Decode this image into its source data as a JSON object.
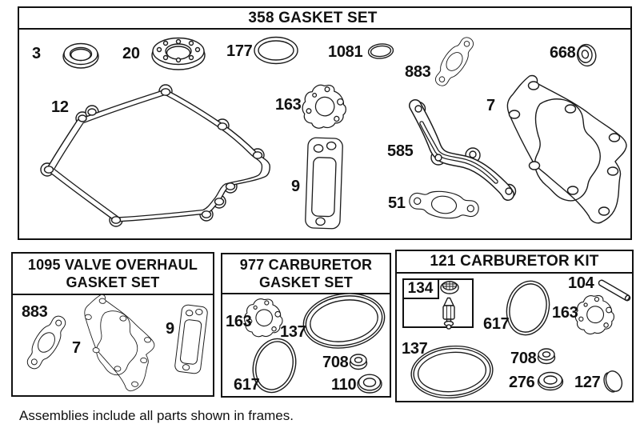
{
  "caption": "Assemblies include all parts shown in frames.",
  "colors": {
    "line": "#1b1b1b",
    "background": "#ffffff"
  },
  "frames": {
    "gasket_set": {
      "title": "358 GASKET SET",
      "parts": {
        "p3": "3",
        "p20": "20",
        "p177": "177",
        "p1081": "1081",
        "p883": "883",
        "p668": "668",
        "p12": "12",
        "p163": "163",
        "p7": "7",
        "p585": "585",
        "p9": "9",
        "p51": "51"
      }
    },
    "valve_overhaul": {
      "title_line1": "1095 VALVE OVERHAUL",
      "title_line2": "GASKET SET",
      "parts": {
        "p883": "883",
        "p7": "7",
        "p9": "9"
      }
    },
    "carb_gasket_set": {
      "title_line1": "977 CARBURETOR",
      "title_line2": "GASKET SET",
      "parts": {
        "p163": "163",
        "p137": "137",
        "p617": "617",
        "p708": "708",
        "p110": "110"
      }
    },
    "carb_kit": {
      "title": "121 CARBURETOR KIT",
      "parts": {
        "p134": "134",
        "p104": "104",
        "p617": "617",
        "p163": "163",
        "p137": "137",
        "p708": "708",
        "p276": "276",
        "p127": "127"
      }
    }
  }
}
